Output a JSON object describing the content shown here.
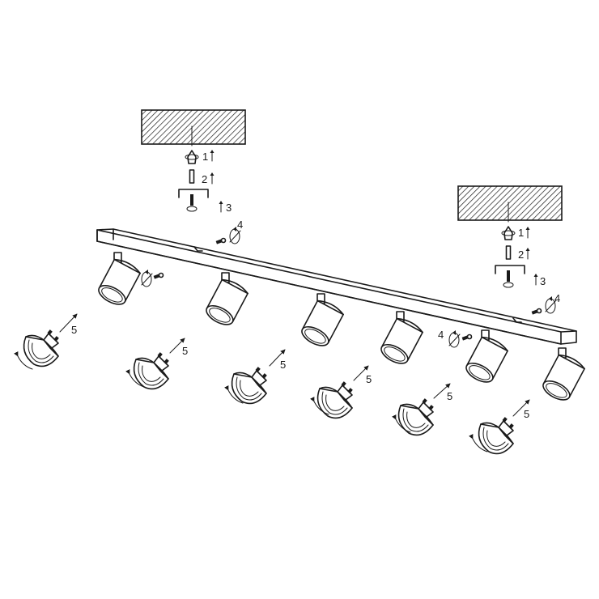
{
  "diagram": {
    "steps": {
      "s1": "1",
      "s2": "2",
      "s3": "3",
      "s4": "4",
      "s5": "5"
    },
    "colors": {
      "line": "#1a1a1a",
      "background": "#ffffff"
    },
    "icons": [
      "ceiling-hatch-icon",
      "wall-plug-icon",
      "screw-icon",
      "mounting-bracket-icon",
      "rotation-arrow-icon",
      "gu10-bulb-icon",
      "spotlight-head-icon"
    ]
  }
}
